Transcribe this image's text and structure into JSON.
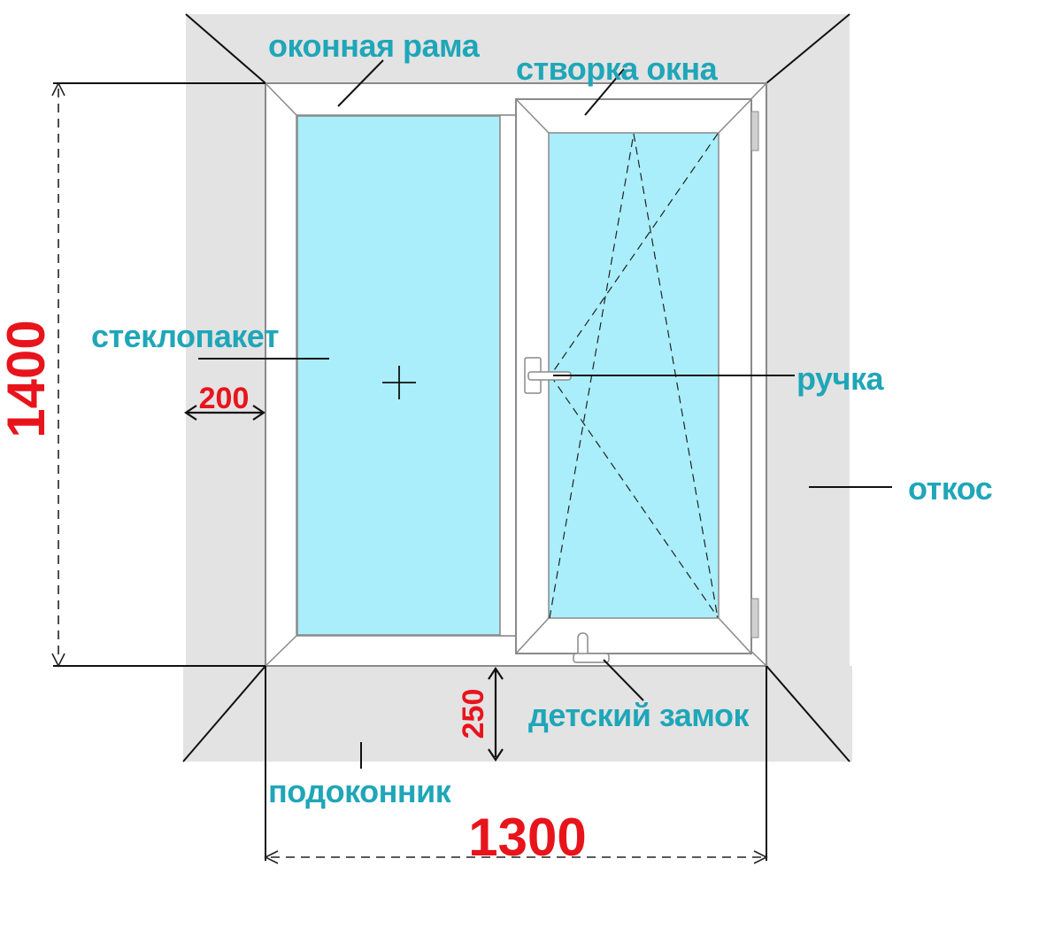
{
  "labels": {
    "frame": "оконная рама",
    "sash": "створка окна",
    "glass_unit": "стеклопакет",
    "handle": "ручка",
    "slope": "откос",
    "child_lock": "детский замок",
    "sill": "подоконник"
  },
  "dimensions": {
    "height": "1400",
    "width": "1300",
    "slope_width": "200",
    "sill_depth": "250"
  },
  "colors": {
    "label": "#1fa6b8",
    "dimension": "#e8141c",
    "wall": "#e3e3e3",
    "glass": "#aaeefb",
    "frame": "#ffffff",
    "frame_stroke": "#8a8a8a",
    "line": "#111111"
  }
}
